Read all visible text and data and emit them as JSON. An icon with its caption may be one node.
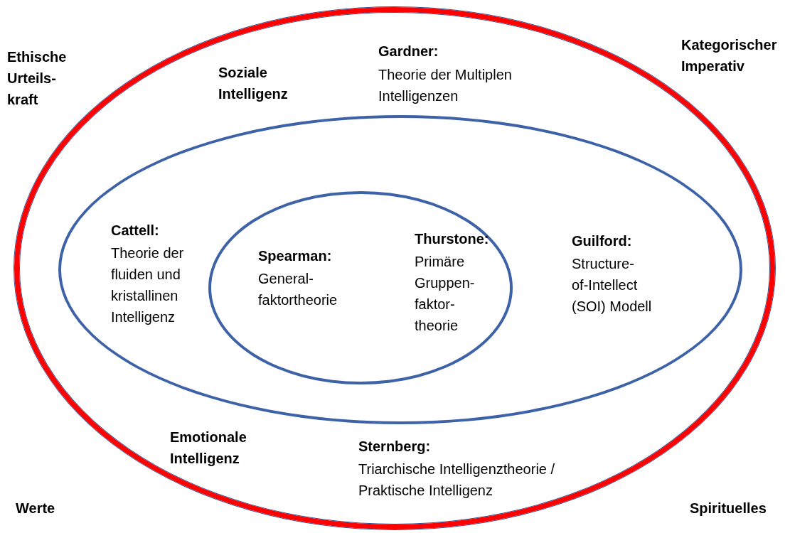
{
  "diagram": {
    "nodes": [
      {
        "text": [
          "Soziale Intelligenz",
          "Gardner:",
          "Theorie der Multiplen Intelligenzen",
          "Emotionale Intelligenz",
          "Sternberg:",
          "Triarchische Intelligenztheorie / Praktische Intelligenz"
        ]
      },
      {
        "text": [
          "Cattell:",
          "Theorie der fluiden und kristallinen Intelligenz",
          "Guilford:",
          "Structure- of-Intellect (SOI) Modell"
        ],
        "in": 0
      },
      {
        "text": [
          "Spearman:",
          "General- faktortheorie",
          "Thurstone:",
          "Primäre Gruppen- faktor- theorie"
        ],
        "in": 1
      }
    ],
    "labels": [
      "Ethische Urteils- kraft",
      "Kategorischer Imperativ",
      "Werte",
      "Spirituelles"
    ]
  }
}
